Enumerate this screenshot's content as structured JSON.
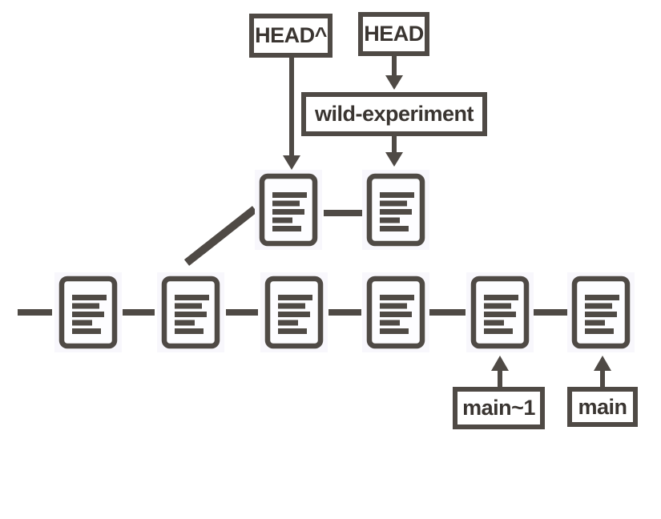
{
  "diagram": {
    "kind": "git-commit-graph",
    "labels": {
      "head_parent": "HEAD^",
      "head": "HEAD",
      "branch": "wild-experiment",
      "main_tilde1": "main~1",
      "main": "main"
    },
    "graph": {
      "branch_row_commit_count": 2,
      "main_row_commit_count": 6
    },
    "colors": {
      "stroke": "#4f4a45",
      "label_text": "#3a3531",
      "node_pad": "#f8f7fc",
      "node_fill": "#fdfdff",
      "page_background": "#ffffff"
    }
  }
}
